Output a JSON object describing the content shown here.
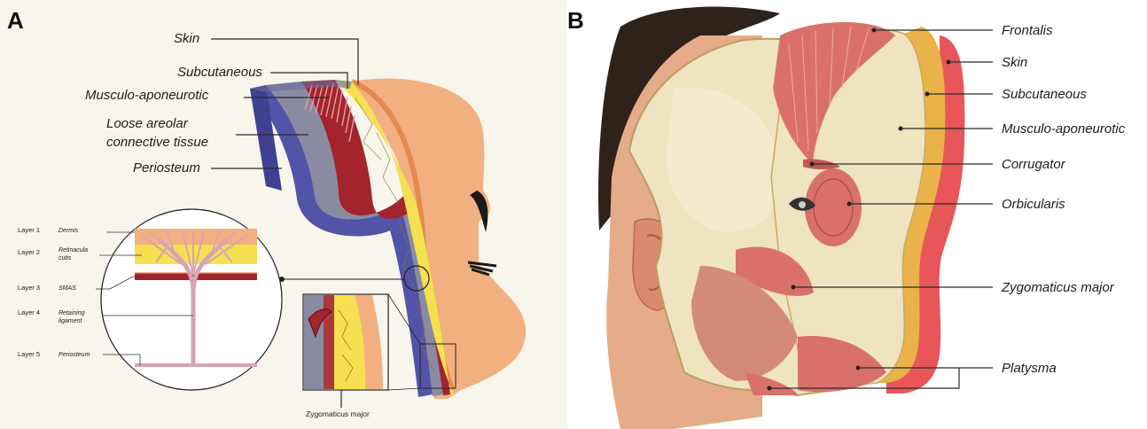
{
  "panel_a": {
    "letter": "A",
    "labels": {
      "skin": "Skin",
      "subcutaneous": "Subcutaneous",
      "musculo": "Musculo-aponeurotic",
      "loose_1": "Loose areolar",
      "loose_2": "connective tissue",
      "periosteum": "Periosteum",
      "zygomaticus": "Zygomaticus major"
    },
    "layers": [
      {
        "num": "Layer 1",
        "name": "Dermis"
      },
      {
        "num": "Layer 2",
        "name": "Retinacula",
        "name2": "cutis"
      },
      {
        "num": "Layer 3",
        "name": "SMAS"
      },
      {
        "num": "Layer 4",
        "name": "Retaining",
        "name2": "ligament"
      },
      {
        "num": "Layer 5",
        "name": "Periosteum"
      }
    ]
  },
  "panel_b": {
    "letter": "B",
    "labels": {
      "frontalis": "Frontalis",
      "skin": "Skin",
      "subcutaneous": "Subcutaneous",
      "musculo": "Musculo-aponeurotic",
      "corrugator": "Corrugator",
      "orbicularis": "Orbicularis",
      "zygomaticus": "Zygomaticus major",
      "platysma": "Platysma"
    }
  },
  "colors": {
    "panel_a_bg": "#f7f5ec",
    "face": "#f2b080",
    "skin_outer": "#e58a4f",
    "subcut_yellow": "#f5e050",
    "muscle": "#a3242c",
    "loose_tissue": "#8a8aa2",
    "periosteum_blue": "#5254a8",
    "bone_cream": "#efe4c0",
    "muscle_b": "#d9716a",
    "skin_b": "#e8565a",
    "fat_b": "#e9b349"
  }
}
